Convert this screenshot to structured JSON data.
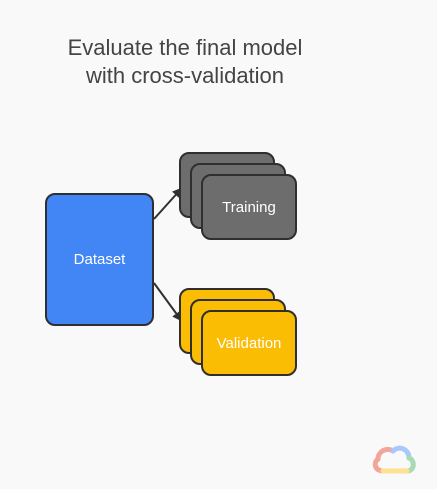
{
  "title": {
    "line1": "Evaluate the final model",
    "line2": "with cross-validation"
  },
  "diagram": {
    "source": {
      "label": "Dataset"
    },
    "targets": [
      {
        "label": "Training"
      },
      {
        "label": "Validation"
      }
    ]
  },
  "colors": {
    "dataset": "#4285f4",
    "training": "#6d6d6d",
    "validation": "#fbbc04",
    "outline": "#2f2f2f",
    "title_text": "#444444",
    "background": "#f9f9f9"
  },
  "logo": {
    "icon": "google-cloud-logo-icon"
  }
}
